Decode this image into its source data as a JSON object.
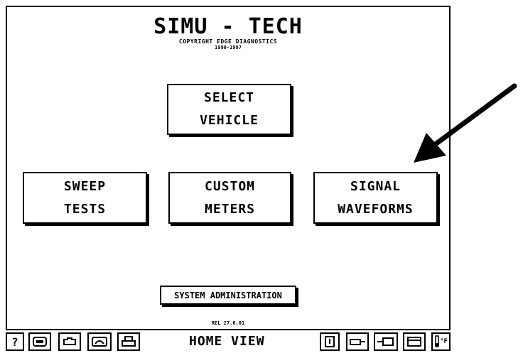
{
  "header": {
    "title": "SIMU - TECH",
    "copyright": "COPYRIGHT EDGE DIAGNOSTICS",
    "years": "1990-1997"
  },
  "main": {
    "select_vehicle": [
      "SELECT",
      "VEHICLE"
    ],
    "sweep_tests": [
      "SWEEP",
      "TESTS"
    ],
    "custom_meters": [
      "CUSTOM",
      "METERS"
    ],
    "signal_waveforms": [
      "SIGNAL",
      "WAVEFORMS"
    ],
    "system_administration": "SYSTEM ADMINISTRATION",
    "version": "REL 27.0.01"
  },
  "toolbar": {
    "view_label": "HOME VIEW",
    "help_label": "?",
    "left_icons": [
      "scope-icon",
      "engine-icon",
      "meter-icon",
      "printer-icon"
    ],
    "right_icons": [
      "document-icon",
      "probe-icon",
      "sensor-icon",
      "card-icon",
      "thermometer-icon"
    ],
    "temp_unit": "°F"
  }
}
